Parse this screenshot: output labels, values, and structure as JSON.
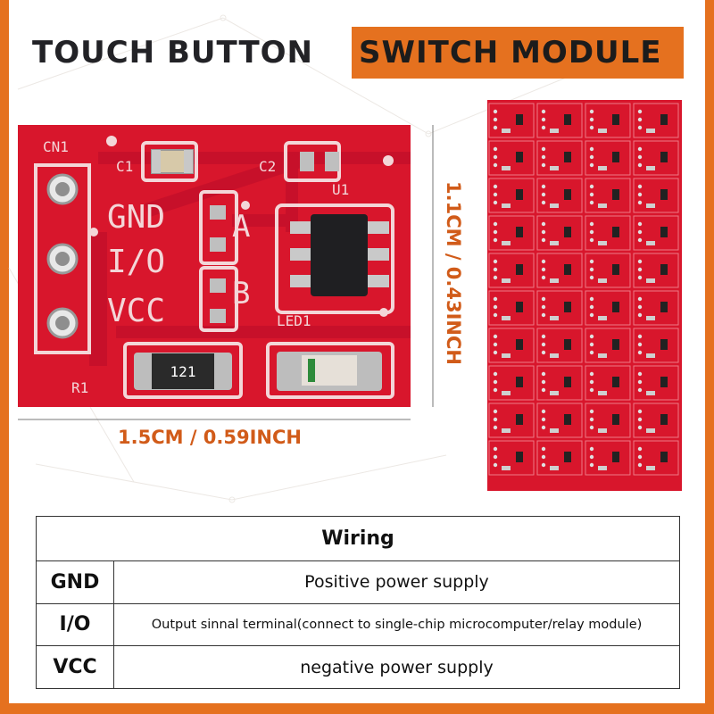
{
  "title": {
    "part1": "TOUCH BUTTON",
    "part2": "SWITCH MODULE"
  },
  "board": {
    "labels": {
      "cn1": "CN1",
      "c1": "C1",
      "c2": "C2",
      "u1": "U1",
      "gnd": "GND",
      "io": "I/O",
      "vcc": "VCC",
      "a": "A",
      "b": "B",
      "led1": "LED1",
      "r1": "R1",
      "resistor_code": "121"
    }
  },
  "dimensions": {
    "width": "1.5CM / 0.59INCH",
    "height": "1.1CM / 0.43INCH"
  },
  "wiring": {
    "header": "Wiring",
    "rows": [
      {
        "pin": "GND",
        "description": "Positive power supply"
      },
      {
        "pin": "I/O",
        "description": "Output sinnal terminal(connect to single-chip microcomputer/relay module)"
      },
      {
        "pin": "VCC",
        "description": "negative power supply"
      }
    ]
  },
  "colors": {
    "accent": "#e5711f",
    "pcb_red": "#d8162c",
    "silk": "#f3d6d8"
  }
}
